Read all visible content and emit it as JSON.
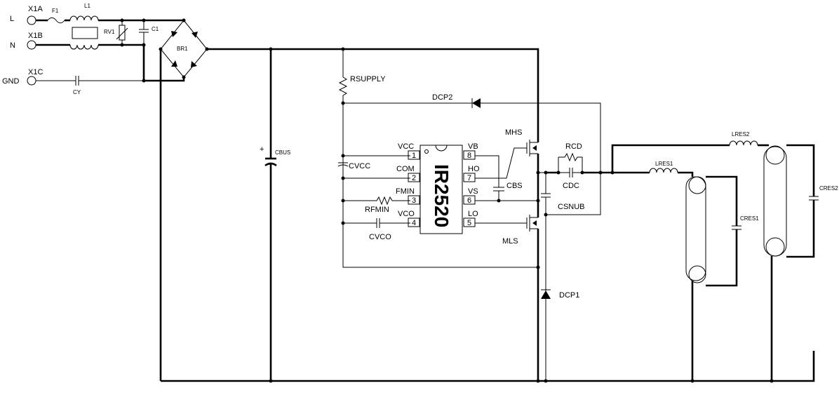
{
  "terminals": {
    "x1a": {
      "id": "X1A",
      "net": "L"
    },
    "x1b": {
      "id": "X1B",
      "net": "N"
    },
    "x1c": {
      "id": "X1C",
      "net": "GND"
    }
  },
  "components": {
    "f1": "F1",
    "l1": "L1",
    "rv1": "RV1",
    "c1": "C1",
    "br1": "BR1",
    "cy": "CY",
    "cbus": "CBUS",
    "cbus_polarity": "+",
    "rsupply": "RSUPPLY",
    "dcp2": "DCP2",
    "dcp1": "DCP1",
    "cvcc": "CVCC",
    "rfmin": "RFMIN",
    "cvco": "CVCO",
    "cbs": "CBS",
    "mhs": "MHS",
    "mls": "MLS",
    "rcd": "RCD",
    "cdc": "CDC",
    "csnub": "CSNUB",
    "lres1": "LRES1",
    "lres2": "LRES2",
    "cres1": "CRES1",
    "cres2": "CRES2"
  },
  "ic": {
    "part": "IR2520",
    "pins_left": [
      {
        "num": "1",
        "name": "VCC"
      },
      {
        "num": "2",
        "name": "COM"
      },
      {
        "num": "3",
        "name": "FMIN"
      },
      {
        "num": "4",
        "name": "VCO"
      }
    ],
    "pins_right": [
      {
        "num": "8",
        "name": "VB"
      },
      {
        "num": "7",
        "name": "HO"
      },
      {
        "num": "6",
        "name": "VS"
      },
      {
        "num": "5",
        "name": "LO"
      }
    ]
  }
}
